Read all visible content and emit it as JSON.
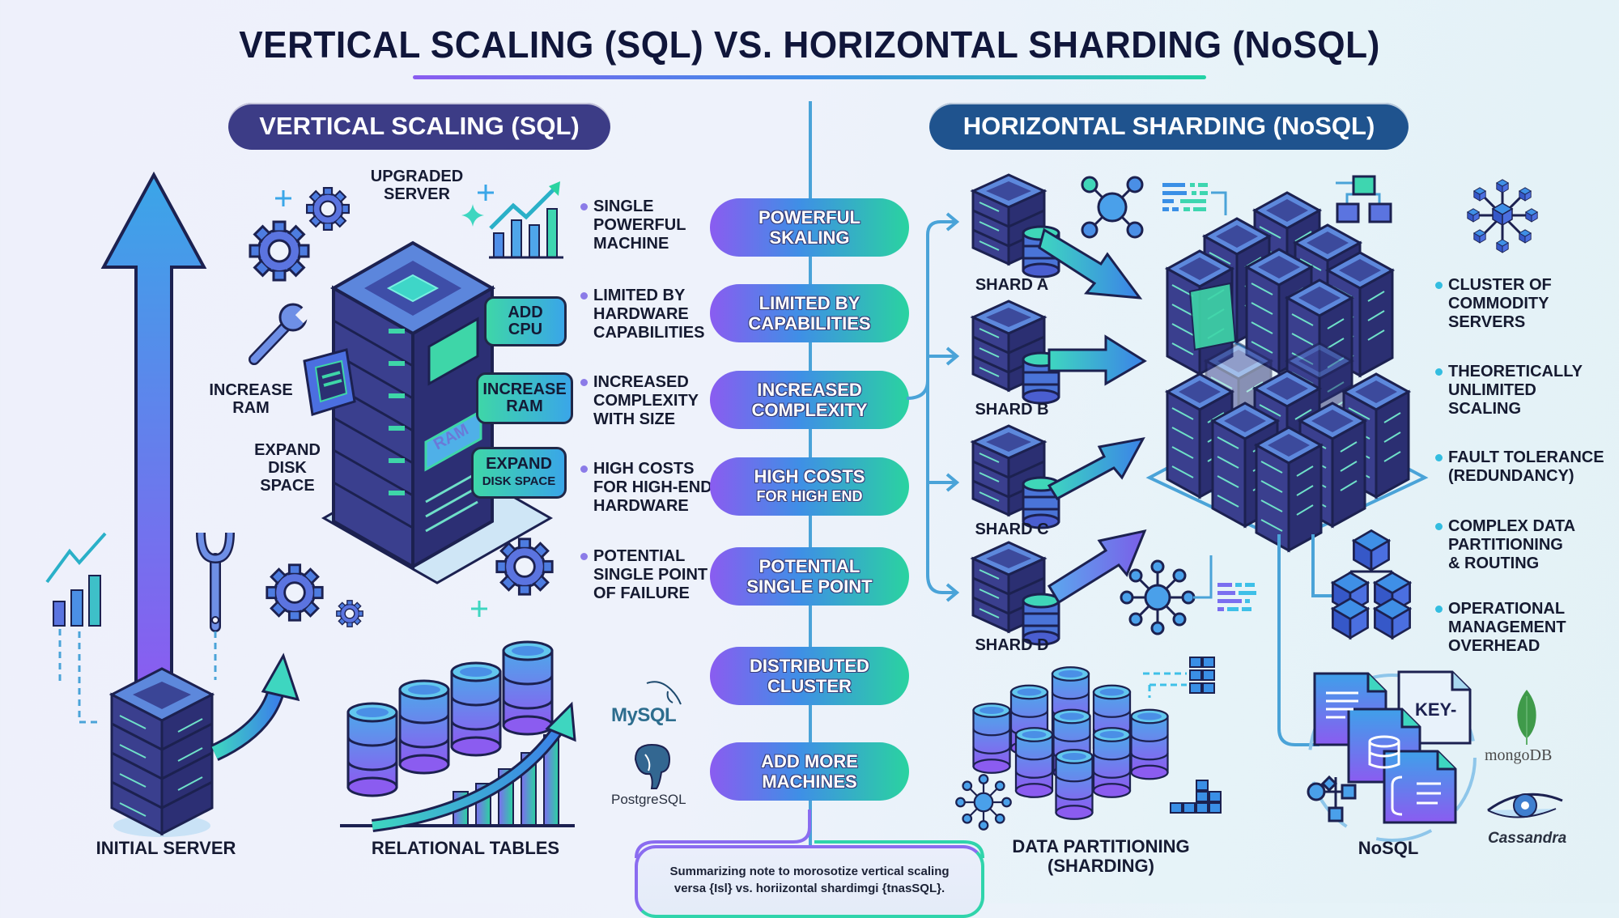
{
  "title": "VERTICAL SCALING (SQL) VS. HORIZONTAL SHARDING (NoSQL)",
  "colors": {
    "left_header_bg": "#3c3c86",
    "right_header_bg": "#1f538e",
    "accent_purple": "#8a5cf0",
    "accent_blue": "#3f8fe6",
    "accent_teal": "#2ad3a0",
    "server_dark": "#2d3478",
    "outline": "#1c2150"
  },
  "left": {
    "header": "VERTICAL SCALING (SQL)",
    "upgraded_server": [
      "UPGRADED",
      "SERVER"
    ],
    "side_labels": {
      "increase_ram": [
        "INCREASE",
        "RAM"
      ],
      "expand_disk": [
        "EXPAND",
        "DISK",
        "SPACE"
      ]
    },
    "callouts": {
      "add_cpu": [
        "ADD",
        "CPU"
      ],
      "increase_ram": [
        "INCREASE",
        "RAM"
      ],
      "expand_disk": [
        "EXPAND",
        "DISK SPACE"
      ]
    },
    "ram_chip_text": "RAM",
    "initial_server": "INITIAL SERVER",
    "relational_tables": "RELATIONAL TABLES",
    "bullets": [
      [
        "SINGLE",
        "POWERFUL",
        "MACHINE"
      ],
      [
        "LIMITED BY",
        "HARDWARE",
        "CAPABILITIES"
      ],
      [
        "INCREASED",
        "COMPLEXITY",
        "WITH SIZE"
      ],
      [
        "HIGH COSTS",
        "FOR HIGH-END",
        "HARDWARE"
      ],
      [
        "POTENTIAL",
        "SINGLE POINT",
        "OF FAILURE"
      ]
    ],
    "logos": {
      "mysql": "MySQL",
      "postgresql": "PostgreSQL"
    }
  },
  "center": {
    "pills": [
      {
        "line1": "POWERFUL",
        "line2": "SKALING"
      },
      {
        "line1": "LIMITED BY",
        "line2": "CAPABILITIES"
      },
      {
        "line1": "INCREASED",
        "line2": "COMPLEXITY"
      },
      {
        "line1": "HIGH COSTS",
        "line2": "FOR HIGH END"
      },
      {
        "line1": "POTENTIAL",
        "line2": "SINGLE POINT"
      },
      {
        "line1": "DISTRIBUTED",
        "line2": "CLUSTER"
      },
      {
        "line1": "ADD MORE",
        "line2": "MACHINES"
      }
    ],
    "summary": [
      "Summarizing note to morosotize vertical scaling",
      "versa {Isl} vs. horiizontal shardimgi {tnasSQL}."
    ]
  },
  "right": {
    "header": "HORIZONTAL SHARDING (NoSQL)",
    "shards": [
      "SHARD A",
      "SHARD B",
      "SHARD C",
      "SHARD D"
    ],
    "bullets": [
      [
        "CLUSTER OF",
        "COMMODITY",
        "SERVERS"
      ],
      [
        "THEORETICALLY",
        "UNLIMITED",
        "SCALING"
      ],
      [
        "FAULT TOLERANCE",
        "(REDUNDANCY)"
      ],
      [
        "COMPLEX DATA",
        "PARTITIONING",
        "& ROUTING"
      ],
      [
        "OPERATIONAL",
        "MANAGEMENT",
        "OVERHEAD"
      ]
    ],
    "data_partitioning": [
      "DATA PARTITIONING",
      "(SHARDING)"
    ],
    "nosql": "NoSQL",
    "key_doc_text": "KEY-",
    "logos": {
      "mongodb": "mongoDB",
      "cassandra": "Cassandra"
    }
  }
}
